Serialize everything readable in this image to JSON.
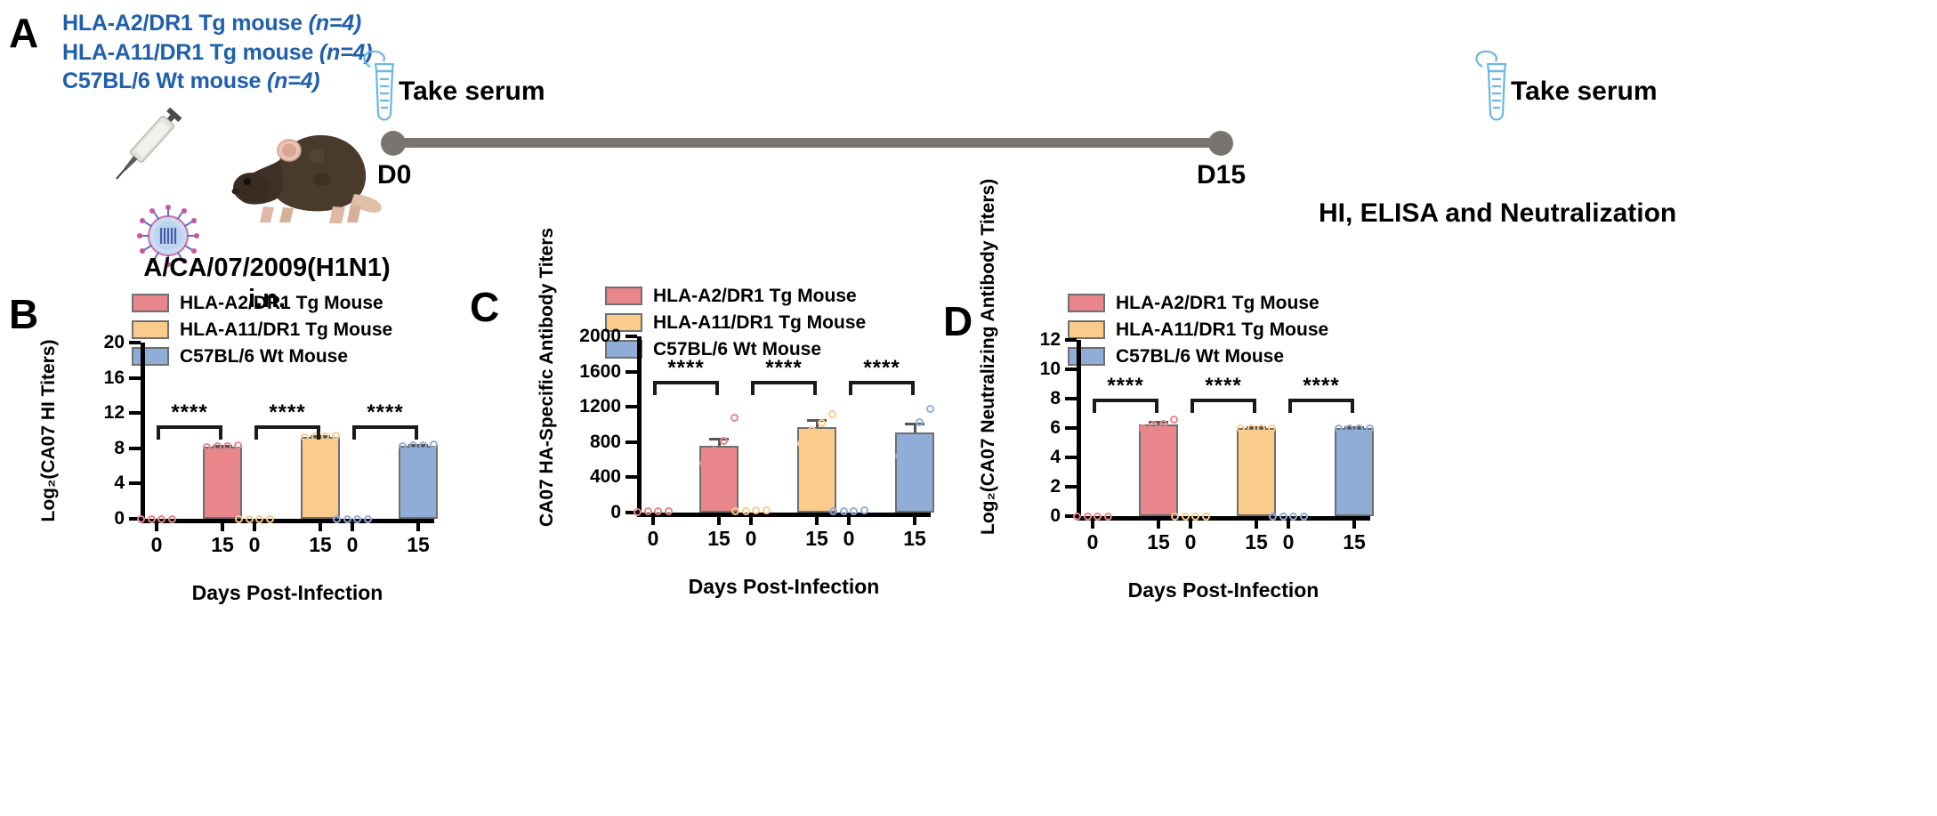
{
  "panels": {
    "a": {
      "letter": "A",
      "groups": [
        {
          "name": "HLA-A2/DR1 Tg mouse",
          "n": "(n=4)"
        },
        {
          "name": "HLA-A11/DR1 Tg mouse",
          "n": "(n=4)"
        },
        {
          "name": "C57BL/6 Wt mouse",
          "n": "(n=4)"
        }
      ],
      "group_color": "#1F5FAD",
      "timeline": {
        "start_label": "D0",
        "end_label": "D15",
        "start_annotation": "Take serum",
        "end_annotation": "Take serum",
        "node_color": "#7a7471"
      },
      "challenge_line1": "A/CA/07/2009(H1N1)",
      "challenge_line2": "i.n.",
      "readout": "HI, ELISA and Neutralization"
    },
    "b": {
      "letter": "B",
      "legend": [
        {
          "label": "HLA-A2/DR1 Tg Mouse",
          "color": "#E8868C"
        },
        {
          "label": "HLA-A11/DR1 Tg Mouse",
          "color": "#FBCB8C"
        },
        {
          "label": "C57BL/6 Wt Mouse",
          "color": "#8FADD6"
        }
      ]
    },
    "c": {
      "letter": "C",
      "legend": [
        {
          "label": "HLA-A2/DR1 Tg Mouse",
          "color": "#E8868C"
        },
        {
          "label": "HLA-A11/DR1 Tg Mouse",
          "color": "#FBCB8C"
        },
        {
          "label": "C57BL/6 Wt Mouse",
          "color": "#8FADD6"
        }
      ]
    },
    "d": {
      "letter": "D",
      "legend": [
        {
          "label": "HLA-A2/DR1 Tg Mouse",
          "color": "#E8868C"
        },
        {
          "label": "HLA-A11/DR1 Tg Mouse",
          "color": "#FBCB8C"
        },
        {
          "label": "C57BL/6 Wt Mouse",
          "color": "#8FADD6"
        }
      ]
    }
  },
  "chart_data": [
    {
      "panel": "B",
      "type": "bar",
      "title": "",
      "ylabel": "Log₂(CA07 HI Titers)",
      "xlabel": "Days Post-Infection",
      "ylim": [
        0,
        20
      ],
      "yticks": [
        0,
        4,
        8,
        12,
        16,
        20
      ],
      "ytick_labels": [
        "0",
        "4",
        "8",
        "12",
        "16",
        "20"
      ],
      "grid": false,
      "legend_position": "top-right",
      "groups": [
        {
          "name": "HLA-A2/DR1 Tg Mouse",
          "color": "#E8868C",
          "categories": [
            "0",
            "15"
          ],
          "values": [
            0,
            8.2
          ],
          "errors": [
            0,
            0.15
          ],
          "points": [
            [
              0,
              0,
              0,
              0
            ],
            [
              8.1,
              8.2,
              8.2,
              8.3
            ]
          ]
        },
        {
          "name": "HLA-A11/DR1 Tg Mouse",
          "color": "#FBCB8C",
          "categories": [
            "0",
            "15"
          ],
          "values": [
            0,
            9.3
          ],
          "errors": [
            0,
            0.15
          ],
          "points": [
            [
              0,
              0,
              0,
              0
            ],
            [
              9.2,
              9.3,
              9.3,
              9.4
            ]
          ]
        },
        {
          "name": "C57BL/6 Wt Mouse",
          "color": "#8FADD6",
          "categories": [
            "0",
            "15"
          ],
          "values": [
            0,
            8.3
          ],
          "errors": [
            0,
            0.15
          ],
          "points": [
            [
              0,
              0,
              0,
              0
            ],
            [
              8.2,
              8.3,
              8.3,
              8.4
            ]
          ]
        }
      ],
      "annotations": [
        {
          "group": 0,
          "text": "****",
          "y": 10.6
        },
        {
          "group": 1,
          "text": "****",
          "y": 10.6
        },
        {
          "group": 2,
          "text": "****",
          "y": 10.6
        }
      ]
    },
    {
      "panel": "C",
      "type": "bar",
      "title": "",
      "ylabel": "CA07 HA-Specific Antibody Titers",
      "xlabel": "Days Post-Infection",
      "ylim": [
        0,
        2000
      ],
      "yticks": [
        0,
        400,
        800,
        1200,
        1600,
        2000
      ],
      "ytick_labels": [
        "0",
        "400",
        "800",
        "1200",
        "1600",
        "2000"
      ],
      "grid": false,
      "legend_position": "top-right",
      "groups": [
        {
          "name": "HLA-A2/DR1 Tg Mouse",
          "color": "#E8868C",
          "categories": [
            "0",
            "15"
          ],
          "values": [
            15,
            760
          ],
          "errors": [
            8,
            90
          ],
          "points": [
            [
              10,
              12,
              18,
              20
            ],
            [
              560,
              700,
              810,
              1080
            ]
          ]
        },
        {
          "name": "HLA-A11/DR1 Tg Mouse",
          "color": "#FBCB8C",
          "categories": [
            "0",
            "15"
          ],
          "values": [
            20,
            970
          ],
          "errors": [
            8,
            95
          ],
          "points": [
            [
              15,
              18,
              22,
              25
            ],
            [
              780,
              930,
              1020,
              1120
            ]
          ]
        },
        {
          "name": "C57BL/6 Wt Mouse",
          "color": "#8FADD6",
          "categories": [
            "0",
            "15"
          ],
          "values": [
            18,
            905
          ],
          "errors": [
            8,
            120
          ],
          "points": [
            [
              12,
              15,
              20,
              24
            ],
            [
              640,
              800,
              1030,
              1180
            ]
          ]
        }
      ],
      "annotations": [
        {
          "group": 0,
          "text": "****",
          "y": 1500
        },
        {
          "group": 1,
          "text": "****",
          "y": 1500
        },
        {
          "group": 2,
          "text": "****",
          "y": 1500
        }
      ]
    },
    {
      "panel": "D",
      "type": "bar",
      "title": "",
      "ylabel": "Log₂(CA07 Neutralizing Antibody Titers)",
      "xlabel": "Days Post-Infection",
      "ylim": [
        0,
        12
      ],
      "yticks": [
        0,
        2,
        4,
        6,
        8,
        10,
        12
      ],
      "ytick_labels": [
        "0",
        "2",
        "4",
        "6",
        "8",
        "10",
        "12"
      ],
      "grid": false,
      "legend_position": "top-right",
      "groups": [
        {
          "name": "HLA-A2/DR1 Tg Mouse",
          "color": "#E8868C",
          "categories": [
            "0",
            "15"
          ],
          "values": [
            0,
            6.25
          ],
          "errors": [
            0,
            0.25
          ],
          "points": [
            [
              0,
              0,
              0,
              0
            ],
            [
              6.0,
              6.2,
              6.3,
              6.6
            ]
          ]
        },
        {
          "name": "HLA-A11/DR1 Tg Mouse",
          "color": "#FBCB8C",
          "categories": [
            "0",
            "15"
          ],
          "values": [
            0,
            6.0
          ],
          "errors": [
            0,
            0.1
          ],
          "points": [
            [
              0,
              0,
              0,
              0
            ],
            [
              6.0,
              6.0,
              6.0,
              6.0
            ]
          ]
        },
        {
          "name": "C57BL/6 Wt Mouse",
          "color": "#8FADD6",
          "categories": [
            "0",
            "15"
          ],
          "values": [
            0,
            6.0
          ],
          "errors": [
            0,
            0.1
          ],
          "points": [
            [
              0,
              0,
              0,
              0
            ],
            [
              6.0,
              6.0,
              6.0,
              6.0
            ]
          ]
        }
      ],
      "annotations": [
        {
          "group": 0,
          "text": "****",
          "y": 8.0
        },
        {
          "group": 1,
          "text": "****",
          "y": 8.0
        },
        {
          "group": 2,
          "text": "****",
          "y": 8.0
        }
      ]
    }
  ]
}
